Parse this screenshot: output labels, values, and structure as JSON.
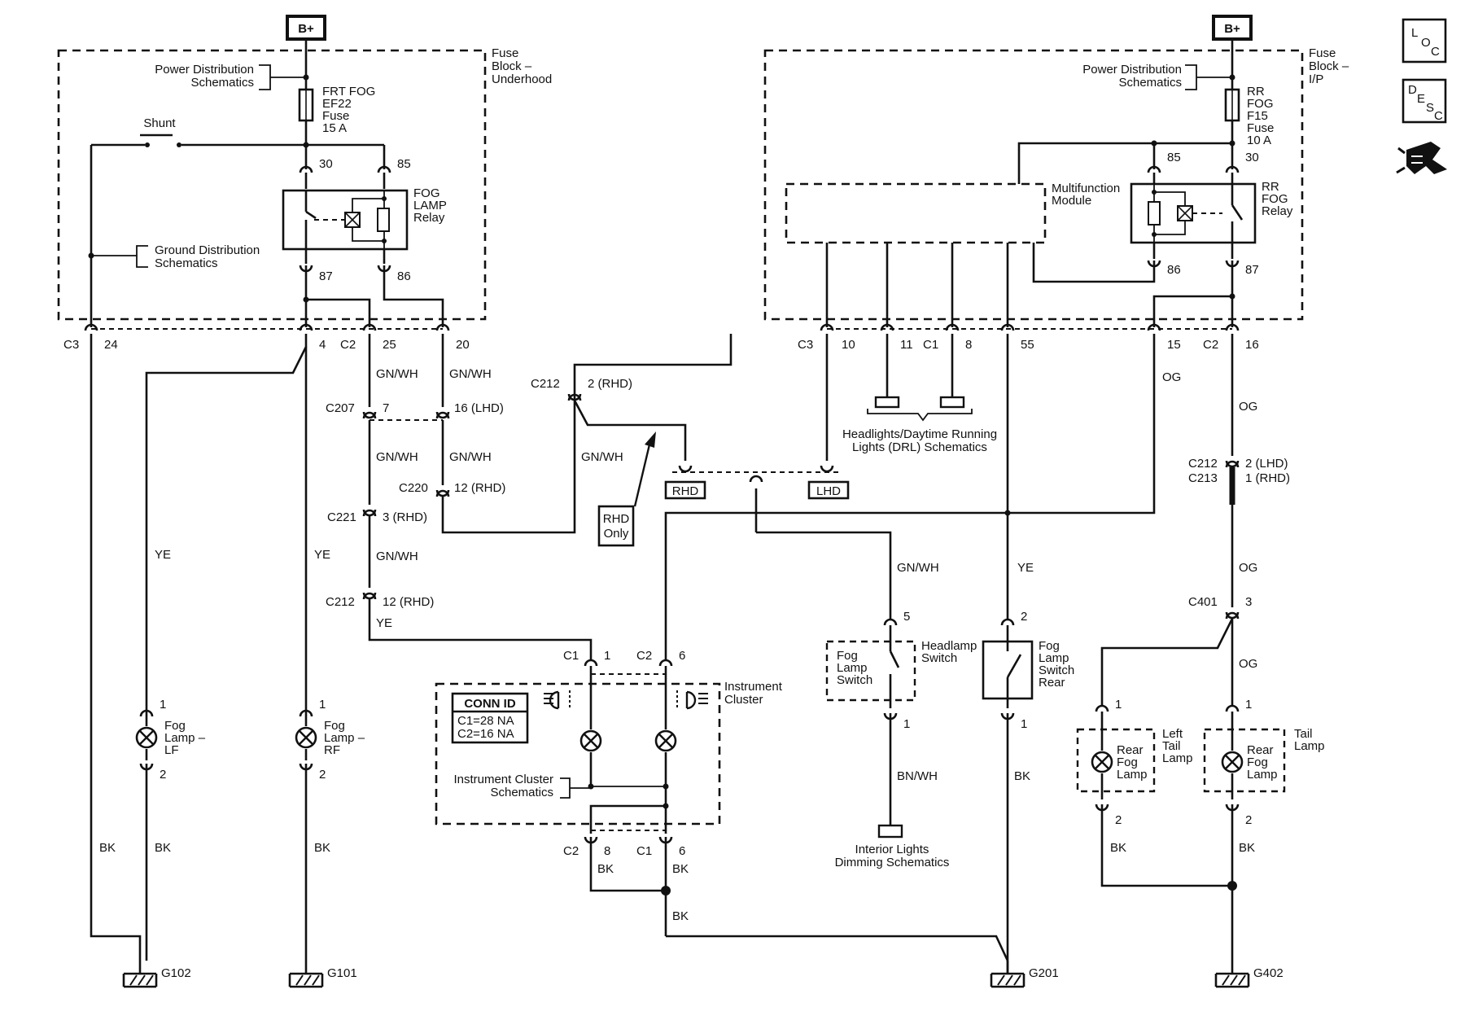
{
  "power": "B+",
  "icons": {
    "loc": {
      "l": "L",
      "o": "O",
      "c": "C"
    },
    "desc": {
      "d": "D",
      "e": "E",
      "s": "S",
      "c": "C"
    }
  },
  "front_block": {
    "line1": "Fuse",
    "line2": "Block –",
    "line3": "Underhood"
  },
  "rear_block": {
    "line1": "Fuse",
    "line2": "Block –",
    "line3": "I/P"
  },
  "pwr_dist": {
    "line1": "Power Distribution",
    "line2": "Schematics"
  },
  "gnd_dist": {
    "line1": "Ground Distribution",
    "line2": "Schematics"
  },
  "shunt": "Shunt",
  "frt_fuse": {
    "l1": "FRT FOG",
    "l2": "EF22",
    "l3": "Fuse",
    "l4": "15 A"
  },
  "rr_fuse": {
    "l1": "RR",
    "l2": "FOG",
    "l3": "F15",
    "l4": "Fuse",
    "l5": "10 A"
  },
  "fog_relay": {
    "l1": "FOG",
    "l2": "LAMP",
    "l3": "Relay"
  },
  "rr_relay": {
    "l1": "RR",
    "l2": "FOG",
    "l3": "Relay"
  },
  "mfm": {
    "l1": "Multifunction",
    "l2": "Module"
  },
  "pins": {
    "p30": "30",
    "p85": "85",
    "p86": "86",
    "p87": "87"
  },
  "conn": {
    "c3": "C3",
    "c2": "C2",
    "c1": "C1",
    "p24": "24",
    "p4": "4",
    "p25": "25",
    "p20": "20",
    "p10": "10",
    "p11": "11",
    "p8": "8",
    "p55": "55",
    "p15": "15",
    "p16": "16",
    "c207": "C207",
    "c207_pin": "7",
    "c207_lhd": "16 (LHD)",
    "c220": "C220",
    "c220_pin": "12 (RHD)",
    "c221": "C221",
    "c221_pin": "3 (RHD)",
    "c212": "C212",
    "c212_pin": "12 (RHD)",
    "c212_top": "C212",
    "c212_top_pin": "2 (RHD)",
    "c212_r": "C212",
    "c212_r_pin": "2 (LHD)",
    "c213": "C213",
    "c213_pin": "1 (RHD)",
    "c401": "C401",
    "c401_pin": "3"
  },
  "wires": {
    "gnwh": "GN/WH",
    "ye": "YE",
    "og": "OG",
    "bk": "BK",
    "bnwh": "BN/WH"
  },
  "rhd": "RHD",
  "lhd": "LHD",
  "rhd_only": {
    "l1": "RHD",
    "l2": "Only"
  },
  "drl": {
    "l1": "Headlights/Daytime Running",
    "l2": "Lights (DRL) Schematics"
  },
  "fog_lf": {
    "l1": "Fog",
    "l2": "Lamp –",
    "l3": "LF",
    "p1": "1",
    "p2": "2"
  },
  "fog_rf": {
    "l1": "Fog",
    "l2": "Lamp –",
    "l3": "RF",
    "p1": "1",
    "p2": "2"
  },
  "ic": {
    "title1": "Instrument",
    "title2": "Cluster",
    "conn_id": "CONN ID",
    "c1_na": "C1=28 NA",
    "c2_na": "C2=16 NA",
    "sch1": "Instrument Cluster",
    "sch2": "Schematics",
    "c1": "C1",
    "c1_pin": "1",
    "c2": "C2",
    "c2_pin": "6",
    "c2b": "C2",
    "c2b_pin": "8",
    "c1b": "C1",
    "c1b_pin": "6"
  },
  "fog_switch": {
    "l1": "Fog",
    "l2": "Lamp",
    "l3": "Switch",
    "pin5": "5",
    "pin1": "1"
  },
  "headlamp_switch": {
    "l1": "Headlamp",
    "l2": "Switch"
  },
  "rear_switch": {
    "l1": "Fog",
    "l2": "Lamp",
    "l3": "Switch",
    "l4": "Rear",
    "pin2": "2",
    "pin1": "1"
  },
  "interior": {
    "l1": "Interior Lights",
    "l2": "Dimming Schematics"
  },
  "rear_fog": {
    "l1": "Rear",
    "l2": "Fog",
    "l3": "Lamp",
    "p1": "1",
    "p2": "2"
  },
  "left_tail": {
    "l1": "Left",
    "l2": "Tail",
    "l3": "Lamp"
  },
  "tail": {
    "l1": "Tail",
    "l2": "Lamp"
  },
  "grounds": {
    "g102": "G102",
    "g101": "G101",
    "g201": "G201",
    "g402": "G402"
  }
}
